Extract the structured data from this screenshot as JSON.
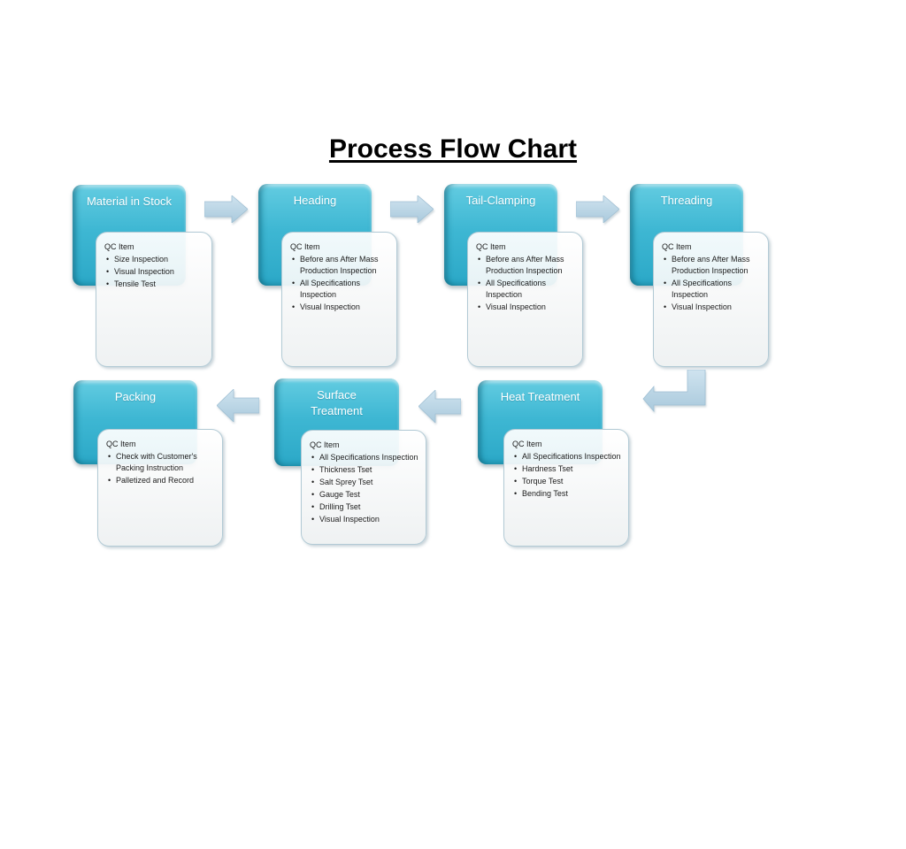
{
  "title": "Process Flow Chart",
  "steps": [
    {
      "title": "Material in Stock",
      "qc_label": "QC Item",
      "items": [
        "Size Inspection",
        "Visual Inspection",
        "Tensile Test"
      ]
    },
    {
      "title": "Heading",
      "qc_label": "QC Item",
      "items": [
        "Before ans After Mass Production Inspection",
        "All Specifications Inspection",
        "Visual Inspection"
      ]
    },
    {
      "title": "Tail-Clamping",
      "qc_label": "QC Item",
      "items": [
        "Before ans After Mass Production Inspection",
        "All Specifications Inspection",
        "Visual Inspection"
      ]
    },
    {
      "title": "Threading",
      "qc_label": "QC Item",
      "items": [
        "Before ans After Mass Production Inspection",
        "All Specifications Inspection",
        "Visual Inspection"
      ]
    },
    {
      "title": "Heat Treatment",
      "qc_label": "QC Item",
      "items": [
        "All Specifications Inspection",
        "Hardness Tset",
        "Torque Test",
        "Bending Test"
      ]
    },
    {
      "title": "Surface Treatment",
      "qc_label": "QC Item",
      "items": [
        "All Specifications Inspection",
        "Thickness Tset",
        "Salt Sprey Tset",
        "Gauge Test",
        "Drilling Tset",
        "Visual Inspection"
      ]
    },
    {
      "title": "Packing",
      "qc_label": "QC Item",
      "items": [
        "Check with Customer's Packing Instruction",
        "Palletized and Record"
      ]
    }
  ],
  "flow_order": [
    "Material in Stock",
    "Heading",
    "Tail-Clamping",
    "Threading",
    "Heat Treatment",
    "Surface Treatment",
    "Packing"
  ],
  "icons": {
    "right_arrow": "arrow-right-icon",
    "left_arrow": "arrow-left-icon",
    "elbow_arrow": "arrow-elbow-down-left-icon"
  },
  "colors": {
    "step_box_teal": "#3eb7d3",
    "step_box_teal_dark": "#1f91b0",
    "arrow_fill_light": "#cfe3ef",
    "arrow_fill_dark": "#a9c9dc",
    "arrow_stroke": "#9fbfd3",
    "qc_box_border": "#b2cad5",
    "qc_box_fill": "#f3f5f6",
    "step_text": "#ffffff",
    "qc_text": "#1c1c1c",
    "title_text": "#000000"
  }
}
